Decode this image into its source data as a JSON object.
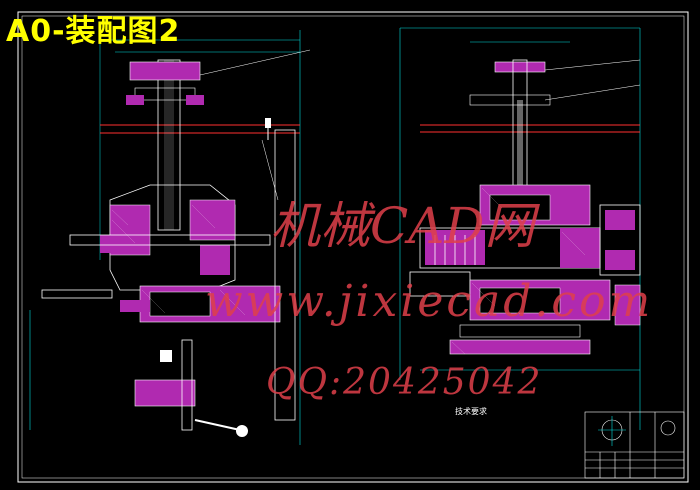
{
  "drawing": {
    "title": "A0-装配图2",
    "watermark_name": "机械CAD网",
    "watermark_url": "www.jixiecad.com",
    "watermark_qq": "QQ:20425042",
    "tech_requirements_title": "技术要求"
  },
  "colors": {
    "background": "#000000",
    "frame": "#ffffff",
    "title_text": "#ffff00",
    "part_fill": "#b02ab0",
    "dimension": "#00e0e0",
    "center_line": "#ff3030",
    "watermark": "#e0404a",
    "hatch": "#ffffff"
  }
}
